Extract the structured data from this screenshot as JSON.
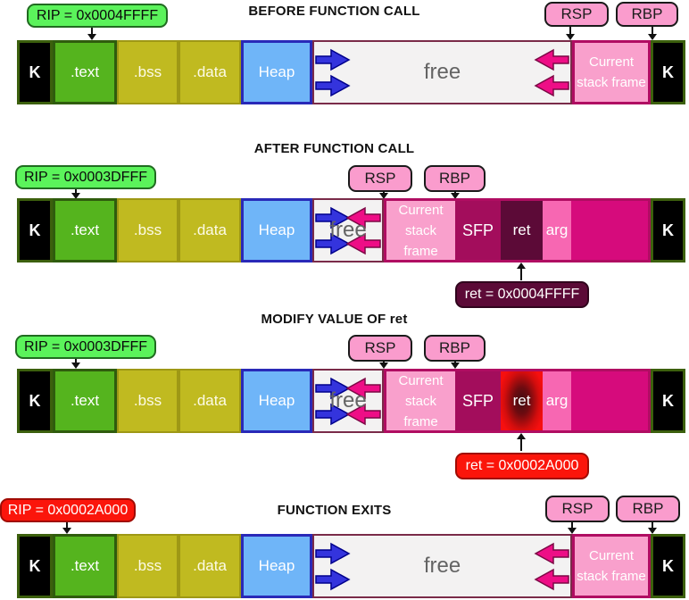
{
  "sections": [
    {
      "title": "BEFORE FUNCTION CALL",
      "rip": "RIP = 0x0004FFFF",
      "rsp": "RSP",
      "rbp": "RBP"
    },
    {
      "title": "AFTER FUNCTION CALL",
      "rip": "RIP = 0x0003DFFF",
      "rsp": "RSP",
      "rbp": "RBP",
      "ret_note": "ret = 0x0004FFFF"
    },
    {
      "title": "MODIFY VALUE OF ret",
      "rip": "RIP = 0x0003DFFF",
      "rsp": "RSP",
      "rbp": "RBP",
      "ret_note": "ret = 0x0002A000"
    },
    {
      "title": "FUNCTION EXITS",
      "rip": "RIP = 0x0002A000",
      "rsp": "RSP",
      "rbp": "RBP"
    }
  ],
  "segments": {
    "kernel": "K",
    "text": ".text",
    "bss": ".bss",
    "data": ".data",
    "heap": "Heap",
    "free": "free",
    "stack_frame": "Current stack frame",
    "sfp": "SFP",
    "ret": "ret",
    "arg": "arg"
  },
  "colors": {
    "rip_green_fill": "#5bf35b",
    "rip_red_fill": "#fb150b",
    "register_chip_pink": "#fa9ccd",
    "ret_note_dark": "#5c0a37",
    "ret_note_red": "#fb150b",
    "kernel_black": "#000000",
    "text_green": "#55b41e",
    "bss_data_olive": "#c0ba20",
    "heap_blue": "#6fb5f8",
    "free_gray": "#f3f2f2",
    "stack_frame_pink": "#f9a0cc",
    "sfp_magenta": "#a30d5c",
    "ret_dark_wine": "#5c0a37",
    "arg_pink": "#f767b2",
    "old_frame_magenta": "#d60b7c",
    "stack_border_crimson": "#b00d62",
    "grow_arrow_blue": "#3434dd",
    "grow_arrow_pink": "#ee0e86"
  }
}
